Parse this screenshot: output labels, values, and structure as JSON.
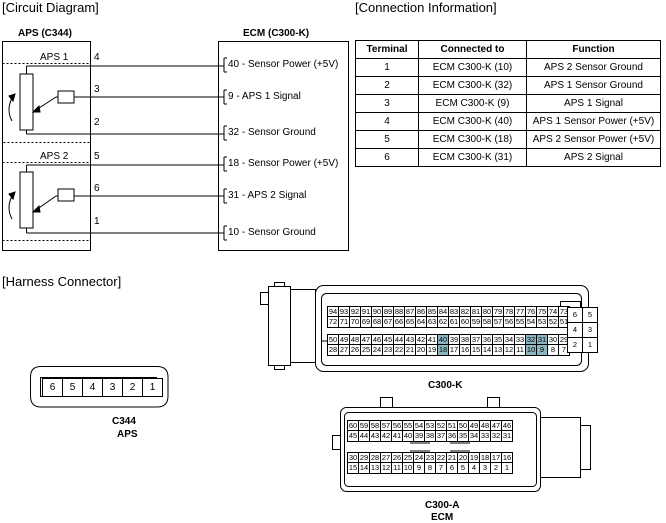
{
  "sections": {
    "circuit": "[Circuit Diagram]",
    "connection": "[Connection Information]",
    "harness": "[Harness Connector]"
  },
  "circuit": {
    "aps_box_title": "APS (C344)",
    "ecm_box_title": "ECM (C300-K)",
    "aps1_label": "APS 1",
    "aps2_label": "APS 2",
    "wires": [
      {
        "pin": "4",
        "ecm_pin": "40",
        "ecm_label": "- Sensor Power (+5V)"
      },
      {
        "pin": "3",
        "ecm_pin": "9",
        "ecm_label": "- APS 1 Signal"
      },
      {
        "pin": "2",
        "ecm_pin": "32",
        "ecm_label": "- Sensor Ground"
      },
      {
        "pin": "5",
        "ecm_pin": "18",
        "ecm_label": "- Sensor Power (+5V)"
      },
      {
        "pin": "6",
        "ecm_pin": "31",
        "ecm_label": "- APS 2 Signal"
      },
      {
        "pin": "1",
        "ecm_pin": "10",
        "ecm_label": "- Sensor Ground"
      }
    ]
  },
  "table": {
    "headers": [
      "Terminal",
      "Connected to",
      "Function"
    ],
    "rows": [
      [
        "1",
        "ECM C300-K (10)",
        "APS 2 Sensor Ground"
      ],
      [
        "2",
        "ECM C300-K (32)",
        "APS 1 Sensor Ground"
      ],
      [
        "3",
        "ECM C300-K (9)",
        "APS 1 Signal"
      ],
      [
        "4",
        "ECM C300-K (40)",
        "APS 1 Sensor Power (+5V)"
      ],
      [
        "5",
        "ECM C300-K (18)",
        "APS 2 Sensor Power (+5V)"
      ],
      [
        "6",
        "ECM C300-K (31)",
        "APS 2 Signal"
      ]
    ]
  },
  "c344": {
    "pins": [
      "6",
      "5",
      "4",
      "3",
      "2",
      "1"
    ],
    "label1": "C344",
    "label2": "APS"
  },
  "c300k": {
    "label": "C300-K",
    "highlight_color": "#8ab7bf",
    "row1": [
      "94",
      "93",
      "92",
      "91",
      "90",
      "89",
      "88",
      "87",
      "86",
      "85",
      "84",
      "83",
      "82",
      "81",
      "80",
      "79",
      "78",
      "77",
      "76",
      "75",
      "74",
      "73"
    ],
    "row2": [
      "72",
      "71",
      "70",
      "69",
      "68",
      "67",
      "66",
      "65",
      "64",
      "63",
      "62",
      "61",
      "60",
      "59",
      "58",
      "57",
      "56",
      "55",
      "54",
      "53",
      "52",
      "51"
    ],
    "row3": [
      "50",
      "49",
      "48",
      "47",
      "46",
      "45",
      "44",
      "43",
      "42",
      "41",
      "40",
      "39",
      "38",
      "37",
      "36",
      "35",
      "34",
      "33",
      "32",
      "31",
      "30",
      "29"
    ],
    "row4": [
      "28",
      "27",
      "26",
      "25",
      "24",
      "23",
      "22",
      "21",
      "20",
      "19",
      "18",
      "17",
      "16",
      "15",
      "14",
      "13",
      "12",
      "11",
      "10",
      "9",
      "8",
      "7"
    ],
    "side": [
      "6",
      "5",
      "4",
      "3",
      "2",
      "1"
    ],
    "highlighted": [
      "40",
      "32",
      "31",
      "18",
      "10",
      "9"
    ]
  },
  "c300a": {
    "label1": "C300-A",
    "label2": "ECM",
    "row1": [
      "60",
      "59",
      "58",
      "57",
      "56",
      "55",
      "54",
      "53",
      "52",
      "51",
      "50",
      "49",
      "48",
      "47",
      "46"
    ],
    "row2": [
      "45",
      "44",
      "43",
      "42",
      "41",
      "40",
      "39",
      "38",
      "37",
      "36",
      "35",
      "34",
      "33",
      "32",
      "31"
    ],
    "row3": [
      "30",
      "29",
      "28",
      "27",
      "26",
      "25",
      "24",
      "23",
      "22",
      "21",
      "20",
      "19",
      "18",
      "17",
      "16"
    ],
    "row4": [
      "15",
      "14",
      "13",
      "12",
      "11",
      "10",
      "9",
      "8",
      "7",
      "6",
      "5",
      "4",
      "3",
      "2",
      "1"
    ]
  }
}
